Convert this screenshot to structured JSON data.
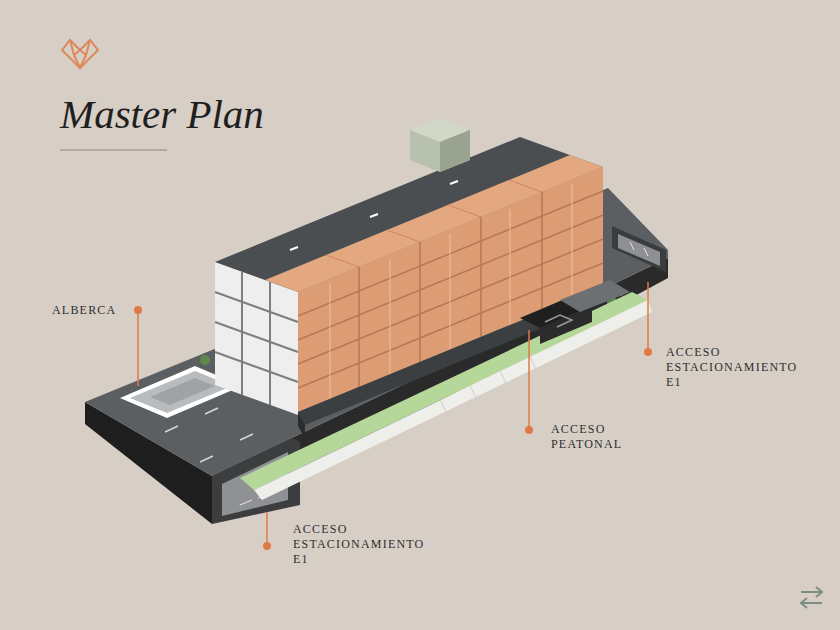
{
  "diagram": {
    "title": "Master Plan",
    "labels": [
      "ALBERCA",
      "ACCESO ESTACIONAMIENTO E1",
      "ACCESO PEATONAL",
      "ACCESO ESTACIONAMIENTO E1"
    ]
  }
}
